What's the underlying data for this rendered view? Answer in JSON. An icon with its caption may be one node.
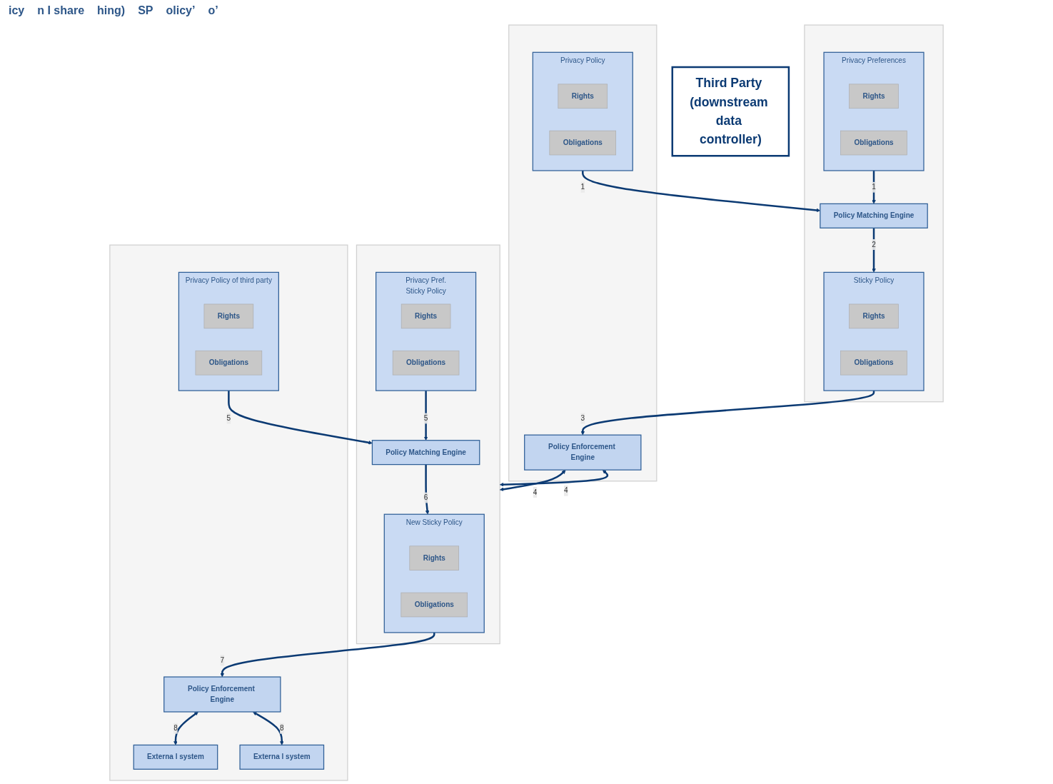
{
  "diagram": {
    "nodes": [
      {
        "text": [],
        "shape": "box"
      },
      {
        "text": [
          "Privacy Preferences"
        ],
        "in": 0
      },
      {
        "text": [
          "Rights"
        ],
        "in": 1
      },
      {
        "text": [
          "Obligations"
        ],
        "in": 1
      },
      {
        "text": [
          "Policy Matching Engine"
        ],
        "in": 0
      },
      {
        "text": [
          "Sticky Policy"
        ],
        "in": 0
      },
      {
        "text": [
          "Rights"
        ],
        "in": 5
      },
      {
        "text": [
          "Obligations"
        ],
        "in": 5
      },
      {
        "text": [],
        "shape": "box"
      },
      {
        "text": [
          "Privacy Policy"
        ],
        "in": 8
      },
      {
        "text": [
          "Rights"
        ],
        "in": 9
      },
      {
        "text": [
          "Obligations"
        ],
        "in": 9
      },
      {
        "text": [
          "Policy Enforcement Engine"
        ],
        "in": 8
      },
      {
        "text": [],
        "shape": "box"
      },
      {
        "text": [
          "Privacy Pref.",
          "Sticky Policy"
        ],
        "in": 13
      },
      {
        "text": [
          "Rights"
        ],
        "in": 14
      },
      {
        "text": [
          "Obligations"
        ],
        "in": 14
      },
      {
        "text": [
          "Policy Matching Engine"
        ],
        "in": 13
      },
      {
        "text": [
          "New Sticky Policy"
        ],
        "in": 13
      },
      {
        "text": [
          "Rights"
        ],
        "in": 18
      },
      {
        "text": [
          "Obligations"
        ],
        "in": 18
      },
      {
        "text": [
          "Third Party (downstream data controller)"
        ]
      },
      {
        "text": [],
        "shape": "box"
      },
      {
        "text": [
          "Privacy Policy of third party"
        ],
        "in": 22
      },
      {
        "text": [
          "Rights"
        ],
        "in": 23
      },
      {
        "text": [
          "Obligations"
        ],
        "in": 23
      },
      {
        "text": [
          "Policy Enforcement Engine"
        ],
        "in": 22
      },
      {
        "text": [
          "Externa l system"
        ],
        "in": 22
      },
      {
        "text": [
          "Externa l system"
        ],
        "in": 22
      }
    ],
    "edges": [
      {
        "from": 1,
        "to": 4,
        "arrow": "to",
        "label": "1"
      },
      {
        "from": 9,
        "to": 4,
        "arrow": "to",
        "label": "1"
      },
      {
        "from": 4,
        "to": 5,
        "arrow": "to",
        "label": "2"
      },
      {
        "from": 5,
        "to": 12,
        "arrow": "to",
        "label": "3"
      },
      {
        "from": 12,
        "to": 13,
        "arrow": "both",
        "label": "4"
      },
      {
        "from": 12,
        "to": 13,
        "arrow": "both",
        "label": "4"
      },
      {
        "from": 14,
        "to": 17,
        "arrow": "to",
        "label": "5"
      },
      {
        "from": 23,
        "to": 17,
        "arrow": "to",
        "label": "5"
      },
      {
        "from": 17,
        "to": 18,
        "arrow": "to",
        "label": "6"
      },
      {
        "from": 18,
        "to": 26,
        "arrow": "to",
        "label": "7"
      },
      {
        "from": 26,
        "to": 27,
        "arrow": "both",
        "label": "8"
      },
      {
        "from": 26,
        "to": 28,
        "arrow": "both",
        "label": "8"
      }
    ],
    "labels": [
      "icy",
      "n I share",
      "hing)",
      "SP",
      "olicy’",
      "o’"
    ]
  }
}
